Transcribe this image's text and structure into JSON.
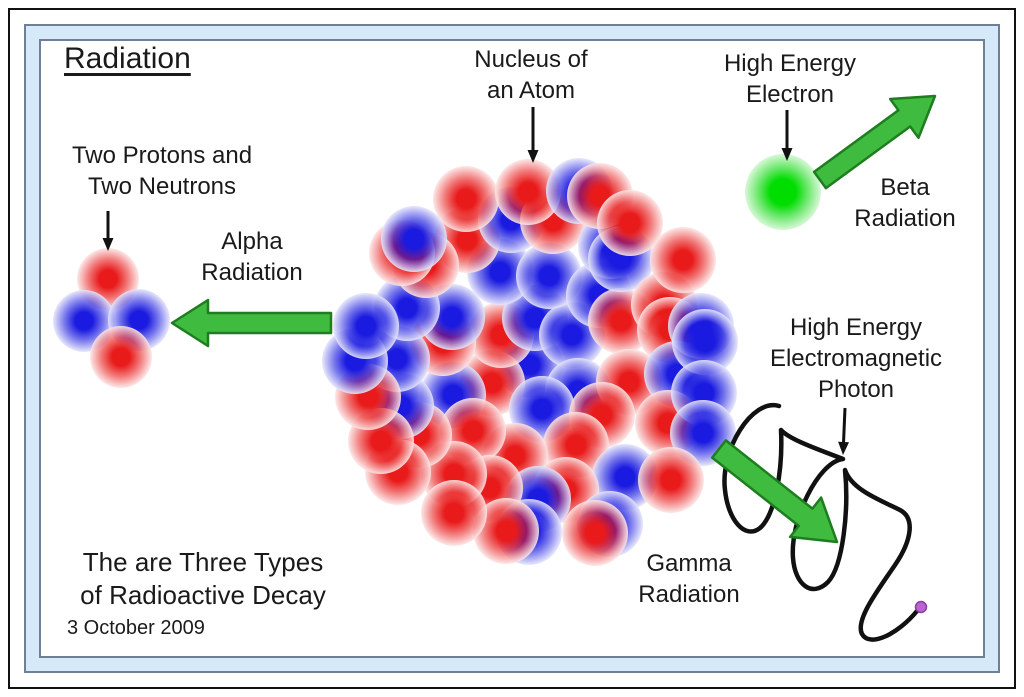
{
  "title": {
    "text": "Radiation"
  },
  "labels": {
    "nucleus": {
      "line1": "Nucleus of",
      "line2": "an Atom"
    },
    "electron": {
      "line1": "High Energy",
      "line2": "Electron"
    },
    "beta": {
      "line1": "Beta",
      "line2": "Radiation"
    },
    "alpha_source": {
      "line1": "Two Protons and",
      "line2": "Two Neutrons"
    },
    "alpha": {
      "line1": "Alpha",
      "line2": "Radiation"
    },
    "photon": {
      "line1": "High Energy",
      "line2": "Electromagnetic",
      "line3": "Photon"
    },
    "gamma": {
      "line1": "Gamma",
      "line2": "Radiation"
    }
  },
  "footer": {
    "line1": "The are Three Types",
    "line2": "of Radioactive Decay",
    "date": "3 October 2009"
  },
  "nucleus": {
    "proton_count": 32,
    "neutron_count": 29
  },
  "alpha_particle": {
    "balls": [
      "proton",
      "neutron",
      "neutron",
      "proton"
    ]
  },
  "colors": {
    "proton_center": "#e81a1a",
    "neutron_center": "#1a1ae0",
    "electron_center": "#00dd00",
    "arrow_fill": "#3fbc3f",
    "arrow_outline": "#1e7d1e",
    "wave_stroke": "#111111",
    "photon_dot_fill": "#bb63cf",
    "photon_dot_outline": "#8a3da6",
    "pointer_stroke": "#111111",
    "text": "#1a1a1a",
    "mat_fill": "#d6e9f8",
    "frame_line": "#6e8094",
    "outer_border": "#111111"
  }
}
